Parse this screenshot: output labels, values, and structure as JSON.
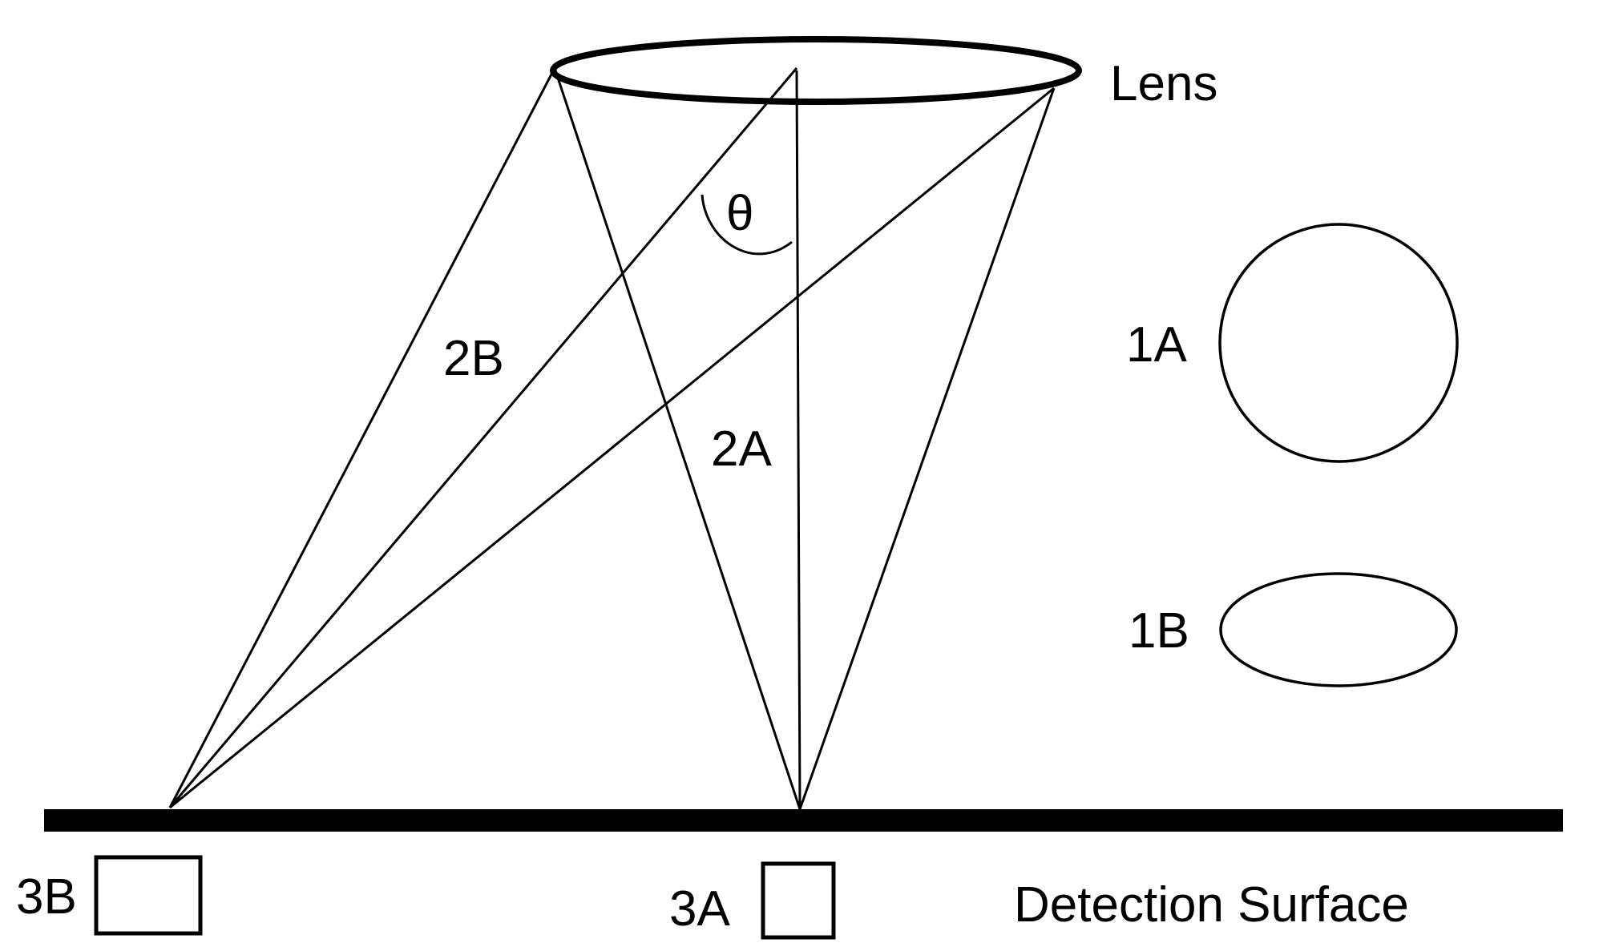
{
  "labels": {
    "lens": "Lens",
    "theta": "θ",
    "ray_2b": "2B",
    "ray_2a": "2A",
    "shape_1a": "1A",
    "shape_1b": "1B",
    "pixel_3b": "3B",
    "pixel_3a": "3A",
    "surface": "Detection Surface"
  },
  "colors": {
    "line": "#000000",
    "background": "#ffffff"
  }
}
